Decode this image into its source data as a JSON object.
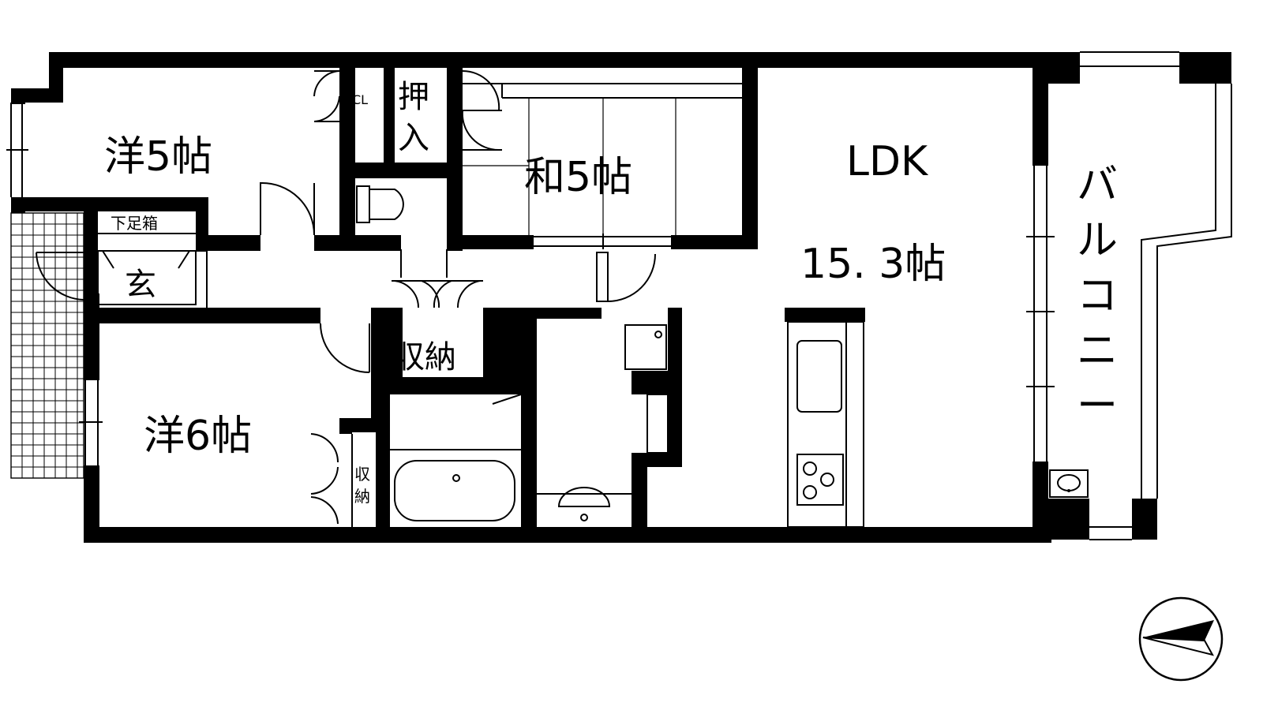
{
  "rooms": {
    "western_5": "洋5帖",
    "japanese_5": "和5帖",
    "ldk_name": "LDK",
    "ldk_size": "15. 3帖",
    "western_6": "洋6帖",
    "balcony": [
      "バ",
      "ル",
      "コ",
      "ニ",
      "ー"
    ],
    "oshiire": [
      "押",
      "入"
    ],
    "closet": "CL",
    "shoe_box": "下足箱",
    "entrance": "玄",
    "storage_large": "収納",
    "storage_small": [
      "収",
      "納"
    ]
  },
  "compass": {
    "icon": "north-arrow-icon"
  },
  "colors": {
    "wall": "#000000",
    "line": "#000000",
    "background": "#ffffff"
  }
}
